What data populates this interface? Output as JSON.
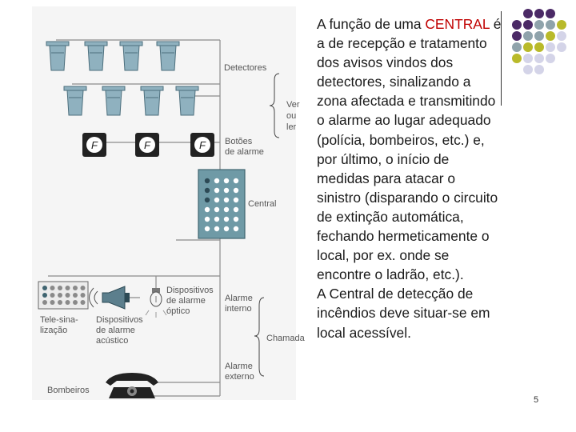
{
  "diagram": {
    "labels": {
      "detectores": "Detectores",
      "ver": "Ver",
      "ou": "ou",
      "ler": "ler",
      "botoes_1": "Botões",
      "botoes_2": "de alarme",
      "central": "Central",
      "disp_optico_1": "Dispositivos",
      "disp_optico_2": "de alarme",
      "disp_optico_3": "óptico",
      "alarme_interno_1": "Alarme",
      "alarme_interno_2": "interno",
      "tele_1": "Tele-sina-",
      "tele_2": "lização",
      "disp_acustico_1": "Dispositivos",
      "disp_acustico_2": "de alarme",
      "disp_acustico_3": "acústico",
      "chamada": "Chamada",
      "alarme_externo_1": "Alarme",
      "alarme_externo_2": "externo",
      "bombeiros": "Bombeiros",
      "button_letter": "F"
    },
    "colors": {
      "detector_fill": "#8fb1bf",
      "detector_stroke": "#4d6f7d",
      "panel_fill": "#6f9aa6",
      "wire": "#8c8c8c",
      "purple": "#4b2a66",
      "grey_teal": "#8fa3ab",
      "yellow_green": "#b9ba2a",
      "lavender": "#d4d4e8"
    }
  },
  "text": {
    "part1": "A função de uma",
    "highlight": "CENTRAL",
    "part2": "é a de recepção e tratamento dos avisos vindos dos detectores, sinalizando a zona afectada e transmitindo o alarme ao lugar adequado (polícia, bombeiros, etc.) e, por último, o início de medidas para atacar o sinistro (disparando o circuito de extinção automática, fechando hermeticamente o local, por ex. onde se encontre o ladrão, etc.).",
    "part3": "A Central de detecção de incêndios deve situar-se em local acessível."
  },
  "slide_number": "5"
}
